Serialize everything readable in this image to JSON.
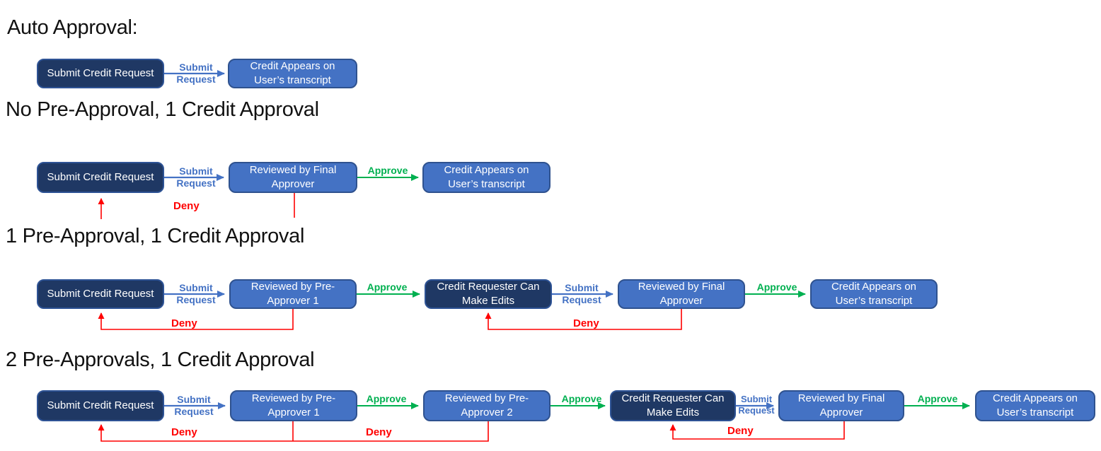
{
  "colors": {
    "dark_node_fill": "#1F3864",
    "dark_node_border": "#2E5395",
    "light_node_fill": "#4472C4",
    "light_node_border": "#2F528F",
    "submit_arrow": "#4472C4",
    "approve_arrow": "#00B050",
    "deny_arrow": "#FF0000"
  },
  "sections": [
    {
      "title": "Auto Approval:",
      "nodes": [
        {
          "label": "Submit Credit Request",
          "style": "dark"
        },
        {
          "label": "Credit Appears on User’s transcript",
          "style": "light"
        }
      ],
      "edge_labels": [
        {
          "label": "Submit Request",
          "color": "blue"
        }
      ]
    },
    {
      "title": "No Pre-Approval, 1 Credit Approval",
      "nodes": [
        {
          "label": "Submit Credit Request",
          "style": "dark"
        },
        {
          "label": "Reviewed by Final Approver",
          "style": "light"
        },
        {
          "label": "Credit Appears on User’s transcript",
          "style": "light"
        }
      ],
      "edge_labels": [
        {
          "label": "Submit Request",
          "color": "blue"
        },
        {
          "label": "Approve",
          "color": "green"
        },
        {
          "label": "Deny",
          "color": "red"
        }
      ]
    },
    {
      "title": "1 Pre-Approval, 1 Credit Approval",
      "nodes": [
        {
          "label": "Submit Credit Request",
          "style": "dark"
        },
        {
          "label": "Reviewed by Pre-Approver 1",
          "style": "light"
        },
        {
          "label": "Credit Requester Can Make Edits",
          "style": "dark"
        },
        {
          "label": "Reviewed by Final Approver",
          "style": "light"
        },
        {
          "label": "Credit Appears on User’s transcript",
          "style": "light"
        }
      ],
      "edge_labels": [
        {
          "label": "Submit Request",
          "color": "blue"
        },
        {
          "label": "Approve",
          "color": "green"
        },
        {
          "label": "Submit Request",
          "color": "blue"
        },
        {
          "label": "Approve",
          "color": "green"
        },
        {
          "label": "Deny",
          "color": "red"
        },
        {
          "label": "Deny",
          "color": "red"
        }
      ]
    },
    {
      "title": "2 Pre-Approvals, 1 Credit Approval",
      "nodes": [
        {
          "label": "Submit Credit Request",
          "style": "dark"
        },
        {
          "label": "Reviewed by Pre-Approver 1",
          "style": "light"
        },
        {
          "label": "Reviewed by Pre-Approver 2",
          "style": "light"
        },
        {
          "label": "Credit Requester Can Make Edits",
          "style": "dark"
        },
        {
          "label": "Reviewed by Final Approver",
          "style": "light"
        },
        {
          "label": "Credit Appears on User’s transcript",
          "style": "light"
        }
      ],
      "edge_labels": [
        {
          "label": "Submit Request",
          "color": "blue"
        },
        {
          "label": "Approve",
          "color": "green"
        },
        {
          "label": "Approve",
          "color": "green"
        },
        {
          "label": "Submit Request",
          "color": "blue"
        },
        {
          "label": "Approve",
          "color": "green"
        },
        {
          "label": "Deny",
          "color": "red"
        },
        {
          "label": "Deny",
          "color": "red"
        },
        {
          "label": "Deny",
          "color": "red"
        }
      ]
    }
  ]
}
